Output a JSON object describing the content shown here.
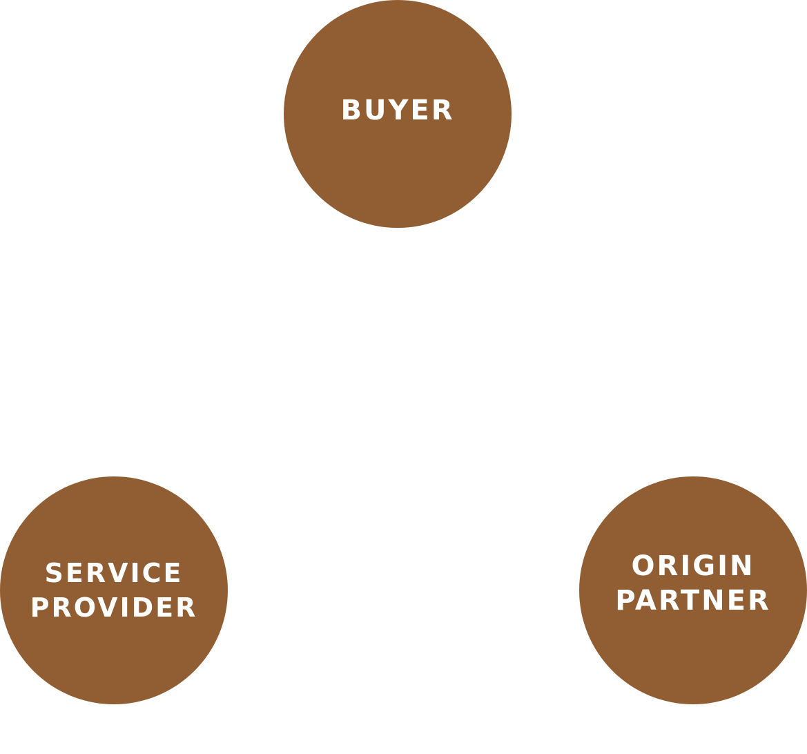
{
  "diagram": {
    "node_color": "#915e33",
    "label_color": "#ffffff",
    "nodes": [
      {
        "id": "buyer",
        "label": "BUYER"
      },
      {
        "id": "service-provider",
        "label": "SERVICE\nPROVIDER"
      },
      {
        "id": "origin-partner",
        "label": "ORIGIN\nPARTNER"
      }
    ]
  }
}
